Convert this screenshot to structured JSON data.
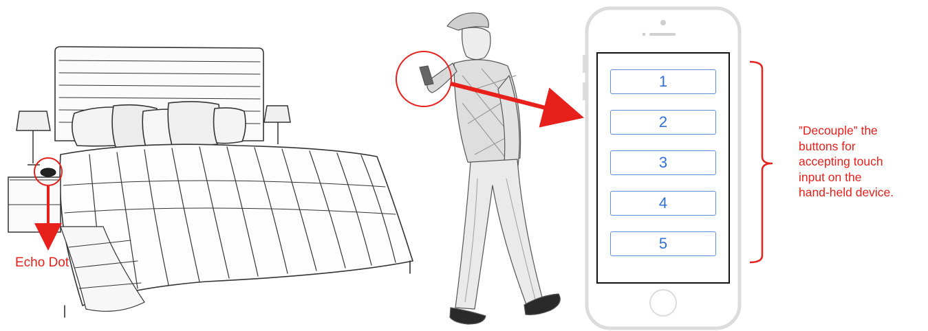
{
  "colors": {
    "annotation_red": "#e8201c",
    "button_border": "#5b8fd8",
    "button_text": "#2f6fd6",
    "sketch_ink": "#333333",
    "phone_frame": "#dcdcdc"
  },
  "bedroom": {
    "device_label": "Echo Dot",
    "icons": [
      "bed-sketch",
      "lamp-icon",
      "nightstand-icon",
      "echo-dot-icon"
    ]
  },
  "person": {
    "icons": [
      "walking-man-sketch",
      "handheld-phone-icon"
    ]
  },
  "phone": {
    "buttons": [
      {
        "label": "1"
      },
      {
        "label": "2"
      },
      {
        "label": "3"
      },
      {
        "label": "4"
      },
      {
        "label": "5"
      }
    ]
  },
  "annotation": {
    "lines": [
      "”Decouple” the",
      "buttons for",
      "accepting touch",
      "input on the",
      "hand-held device."
    ]
  }
}
